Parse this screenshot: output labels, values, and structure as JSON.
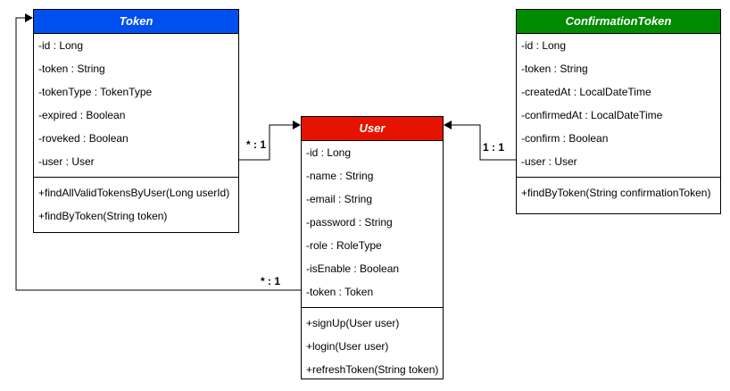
{
  "classes": {
    "token": {
      "name": "Token",
      "color": "#0050ef",
      "border": "#001dbc",
      "attributes": [
        "-id : Long",
        "-token : String",
        "-tokenType : TokenType",
        "-expired : Boolean",
        "-roveked : Boolean",
        "-user : User"
      ],
      "methods": [
        "+findAllValidTokensByUser(Long userId)",
        "+findByToken(String token)"
      ]
    },
    "user": {
      "name": "User",
      "color": "#e51400",
      "border": "#b20000",
      "attributes": [
        "-id : Long",
        "-name : String",
        "-email : String",
        "-password : String",
        "-role : RoleType",
        "-isEnable : Boolean",
        "-token : Token"
      ],
      "methods": [
        "+signUp(User user)",
        "+login(User user)",
        "+refreshToken(String token)"
      ]
    },
    "confirmation": {
      "name": "ConfirmationToken",
      "color": "#008a00",
      "border": "#005700",
      "attributes": [
        "-id : Long",
        "-token : String",
        "-createdAt : LocalDateTime",
        "-confirmedAt : LocalDateTime",
        "-confirm : Boolean",
        "-user : User"
      ],
      "methods": [
        "+findByToken(String confirmationToken)"
      ]
    }
  },
  "multiplicities": {
    "token_user": "* : 1",
    "confirmation_user": "1 : 1",
    "user_token": "* : 1"
  }
}
